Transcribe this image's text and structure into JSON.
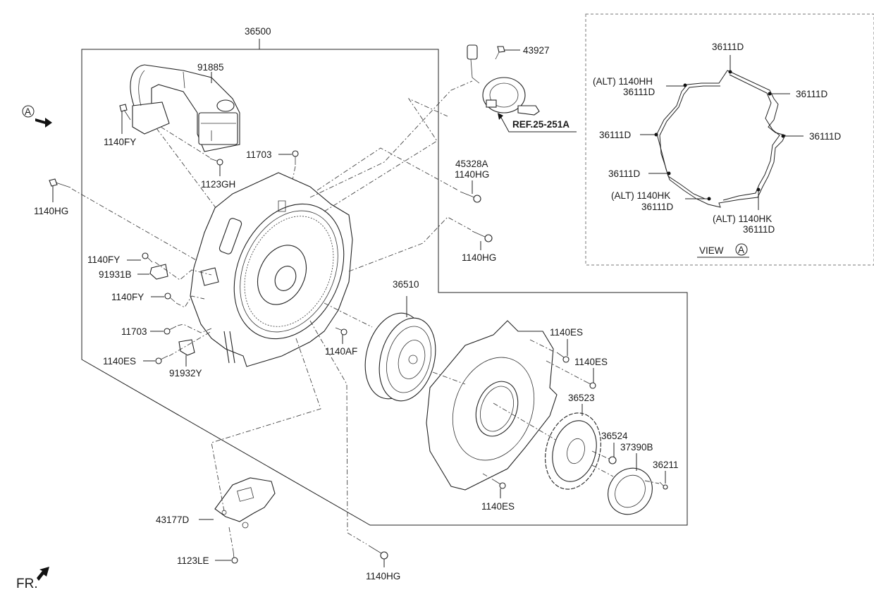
{
  "diagram": {
    "title": "Electric motor / hybrid drive assembly exploded view",
    "assembly_label": "36500",
    "callouts": [
      {
        "id": "c-36500",
        "text": "36500"
      },
      {
        "id": "c-91885",
        "text": "91885"
      },
      {
        "id": "c-1140FY-a",
        "text": "1140FY"
      },
      {
        "id": "c-1123GH",
        "text": "1123GH"
      },
      {
        "id": "c-11703-a",
        "text": "11703"
      },
      {
        "id": "c-1140HG-a",
        "text": "1140HG"
      },
      {
        "id": "c-43927",
        "text": "43927"
      },
      {
        "id": "c-ref",
        "text": "REF.25-251A"
      },
      {
        "id": "c-45328A",
        "text": "45328A"
      },
      {
        "id": "c-1140HG-b",
        "text": "1140HG"
      },
      {
        "id": "c-1140HG-c",
        "text": "1140HG"
      },
      {
        "id": "c-1140FY-b",
        "text": "1140FY"
      },
      {
        "id": "c-91931B",
        "text": "91931B"
      },
      {
        "id": "c-1140FY-c",
        "text": "1140FY"
      },
      {
        "id": "c-11703-b",
        "text": "11703"
      },
      {
        "id": "c-1140ES-a",
        "text": "1140ES"
      },
      {
        "id": "c-91932Y",
        "text": "91932Y"
      },
      {
        "id": "c-1140AF",
        "text": "1140AF"
      },
      {
        "id": "c-36510",
        "text": "36510"
      },
      {
        "id": "c-1140ES-b",
        "text": "1140ES"
      },
      {
        "id": "c-1140ES-c",
        "text": "1140ES"
      },
      {
        "id": "c-36523",
        "text": "36523"
      },
      {
        "id": "c-36524",
        "text": "36524"
      },
      {
        "id": "c-37390B",
        "text": "37390B"
      },
      {
        "id": "c-36211",
        "text": "36211"
      },
      {
        "id": "c-1140ES-d",
        "text": "1140ES"
      },
      {
        "id": "c-43177D",
        "text": "43177D"
      },
      {
        "id": "c-1123LE",
        "text": "1123LE"
      },
      {
        "id": "c-1140HG-d",
        "text": "1140HG"
      }
    ],
    "view_a": {
      "title": "VIEW",
      "marker": "A",
      "callouts": [
        {
          "line1": "36111D",
          "line2": ""
        },
        {
          "line1": "(ALT) 1140HH",
          "line2": "36111D"
        },
        {
          "line1": "36111D",
          "line2": ""
        },
        {
          "line1": "36111D",
          "line2": ""
        },
        {
          "line1": "36111D",
          "line2": ""
        },
        {
          "line1": "36111D",
          "line2": ""
        },
        {
          "line1": "(ALT) 1140HK",
          "line2": "36111D"
        },
        {
          "line1": "(ALT) 1140HK",
          "line2": "36111D"
        }
      ]
    },
    "view_marker_left": "A",
    "front_indicator": "FR."
  }
}
